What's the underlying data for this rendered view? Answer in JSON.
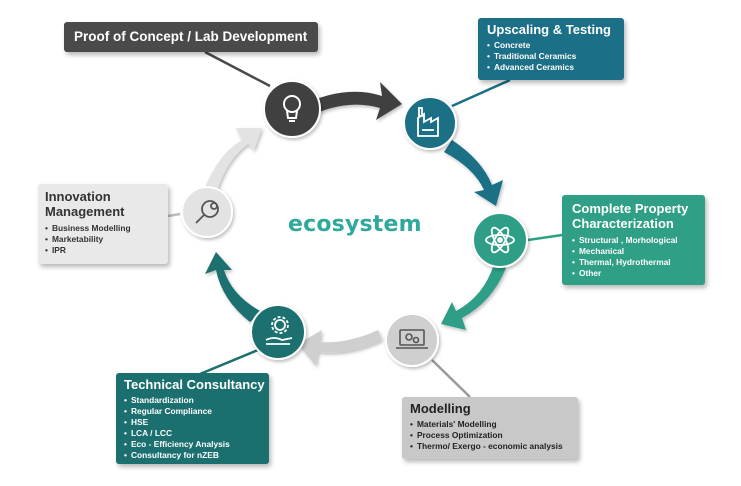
{
  "center_label": "ecosystem",
  "stages": {
    "poc": {
      "title": "Proof of Concept /  Lab Development",
      "items": [],
      "color": "#4a4a4a",
      "icon": "lightbulb-icon"
    },
    "upscaling": {
      "title": "Upscaling & Testing",
      "items": [
        "Concrete",
        "Traditional Ceramics",
        "Advanced Ceramics"
      ],
      "color": "#1b6f86",
      "icon": "factory-icon"
    },
    "characterization": {
      "title_line1": "Complete Property",
      "title_line2": "Characterization",
      "items": [
        "Structural , Morhological",
        "Mechanical",
        "Thermal, Hydrothermal",
        "Other"
      ],
      "color": "#2f9f86",
      "icon": "atom-icon"
    },
    "modelling": {
      "title": "Modelling",
      "items": [
        "Materials' Modelling",
        "Process Optimization",
        "Thermo/ Exergo - economic analysis"
      ],
      "color": "#c8c8c8",
      "icon": "laptop-gear-icon"
    },
    "consultancy": {
      "title": "Technical Consultancy",
      "items": [
        "Standardization",
        "Regular Compliance",
        "HSE",
        "LCA / LCC",
        "Eco - Efficiency Analysis",
        "Consultancy for nZEB"
      ],
      "color": "#1b6f6f",
      "icon": "hand-gear-icon"
    },
    "innovation": {
      "title_line1": "Innovation",
      "title_line2": "Management",
      "items": [
        "Business Modelling",
        "Marketability",
        "IPR"
      ],
      "color": "#e9e9e9",
      "icon": "magnifier-gear-icon"
    }
  }
}
